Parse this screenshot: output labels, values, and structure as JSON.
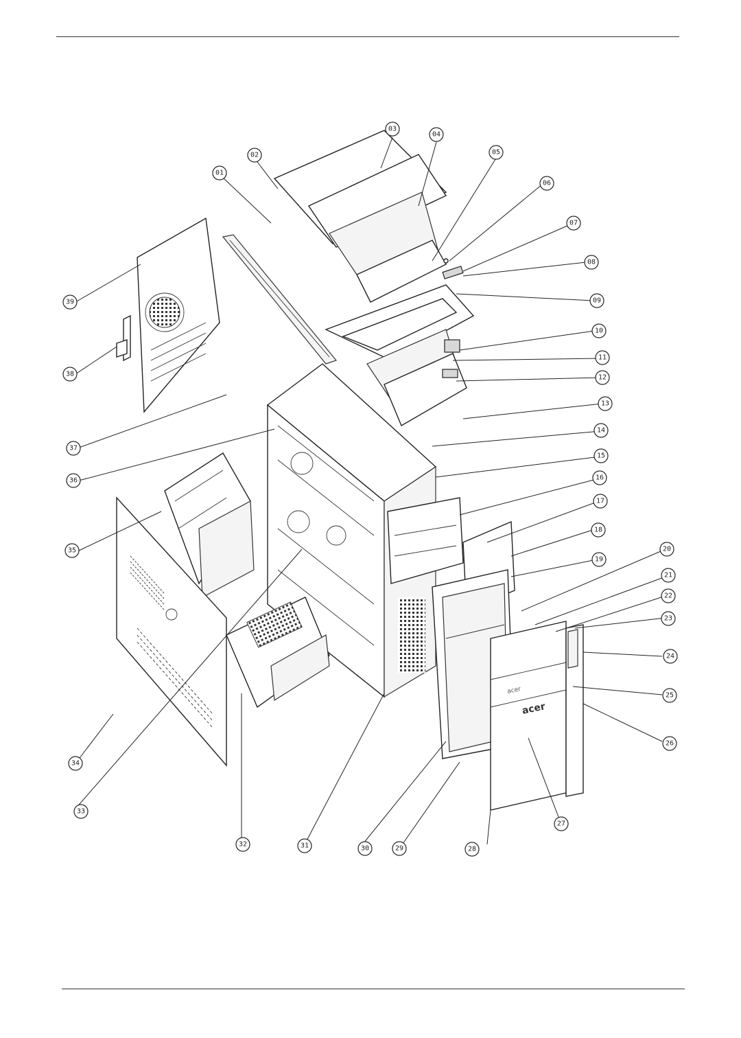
{
  "callouts": [
    {
      "id": "c01",
      "label": "01"
    },
    {
      "id": "c02",
      "label": "02"
    },
    {
      "id": "c03",
      "label": "03"
    },
    {
      "id": "c04",
      "label": "04"
    },
    {
      "id": "c05",
      "label": "05"
    },
    {
      "id": "c06",
      "label": "06"
    },
    {
      "id": "c07",
      "label": "07"
    },
    {
      "id": "c08",
      "label": "08"
    },
    {
      "id": "c09",
      "label": "09"
    },
    {
      "id": "c10",
      "label": "10"
    },
    {
      "id": "c11",
      "label": "11"
    },
    {
      "id": "c12",
      "label": "12"
    },
    {
      "id": "c13",
      "label": "13"
    },
    {
      "id": "c14",
      "label": "14"
    },
    {
      "id": "c15",
      "label": "15"
    },
    {
      "id": "c16",
      "label": "16"
    },
    {
      "id": "c17",
      "label": "17"
    },
    {
      "id": "c18",
      "label": "18"
    },
    {
      "id": "c19",
      "label": "19"
    },
    {
      "id": "c20",
      "label": "20"
    },
    {
      "id": "c21",
      "label": "21"
    },
    {
      "id": "c22",
      "label": "22"
    },
    {
      "id": "c23",
      "label": "23"
    },
    {
      "id": "c24",
      "label": "24"
    },
    {
      "id": "c25",
      "label": "25"
    },
    {
      "id": "c26",
      "label": "26"
    },
    {
      "id": "c27",
      "label": "27"
    },
    {
      "id": "c28",
      "label": "28"
    },
    {
      "id": "c29",
      "label": "29"
    },
    {
      "id": "c30",
      "label": "30"
    },
    {
      "id": "c31",
      "label": "31"
    },
    {
      "id": "c32",
      "label": "32"
    },
    {
      "id": "c33",
      "label": "33"
    },
    {
      "id": "c34",
      "label": "34"
    },
    {
      "id": "c35",
      "label": "35"
    },
    {
      "id": "c36",
      "label": "36"
    },
    {
      "id": "c37",
      "label": "37"
    },
    {
      "id": "c38",
      "label": "38"
    },
    {
      "id": "c39",
      "label": "39"
    }
  ],
  "logo_text": "acer"
}
